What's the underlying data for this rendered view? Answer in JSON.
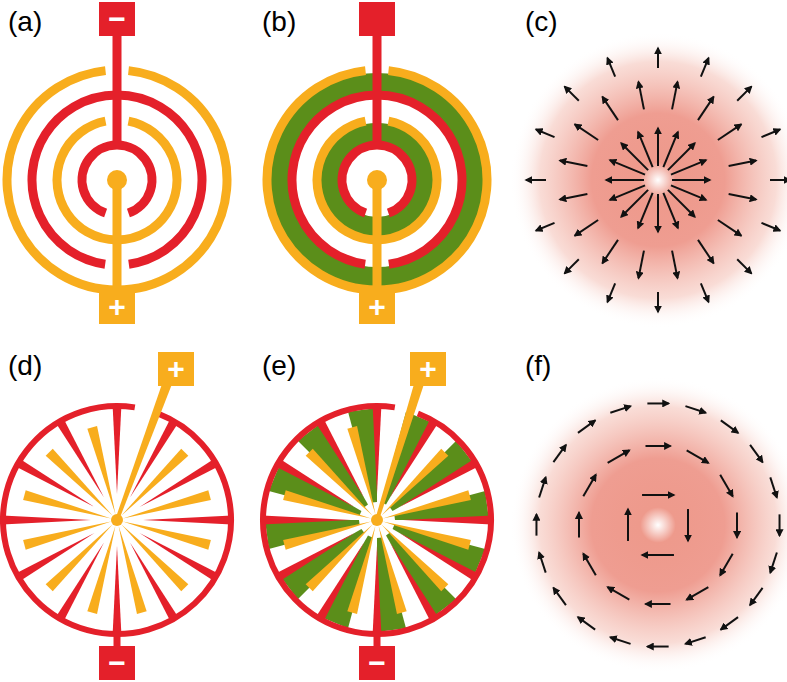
{
  "diagram": {
    "nodes": [
      {
        "text": [
          "−"
        ]
      },
      {
        "text": [
          "+"
        ]
      },
      {
        "text": [
          "+"
        ]
      },
      {
        "text": [
          "+"
        ]
      },
      {
        "text": [
          "−"
        ]
      },
      {
        "text": [
          "+"
        ]
      },
      {
        "text": [
          "−"
        ]
      }
    ],
    "labels": [
      "(a)",
      "(b)",
      "(c)",
      "(d)",
      "(e)",
      "(f)"
    ]
  }
}
